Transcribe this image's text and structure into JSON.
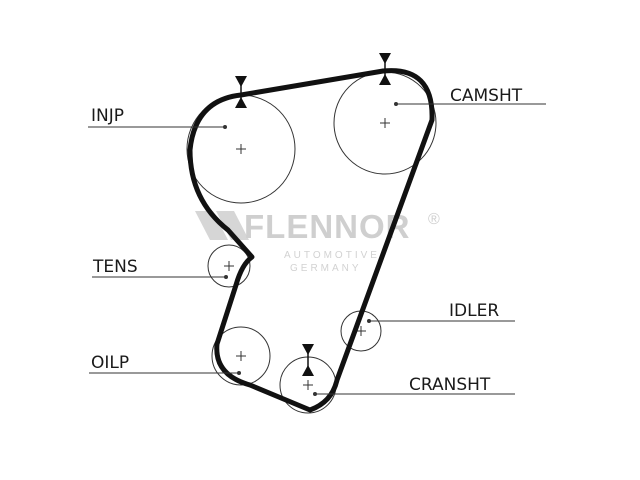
{
  "labels": {
    "injp": "INJP",
    "camsht": "CAMSHT",
    "tens": "TENS",
    "idler": "IDLER",
    "oilp": "OILP",
    "cransht": "CRANSHT"
  },
  "watermark": {
    "brand": "FLENNOR",
    "registered": "®",
    "line1": "AUTOMOTIVE",
    "line2": "GERMANY",
    "logo_icon": "flennor-logo-icon"
  },
  "colors": {
    "belt": "#111111",
    "pulley": "#333333",
    "watermark": "#cfcfcf"
  }
}
